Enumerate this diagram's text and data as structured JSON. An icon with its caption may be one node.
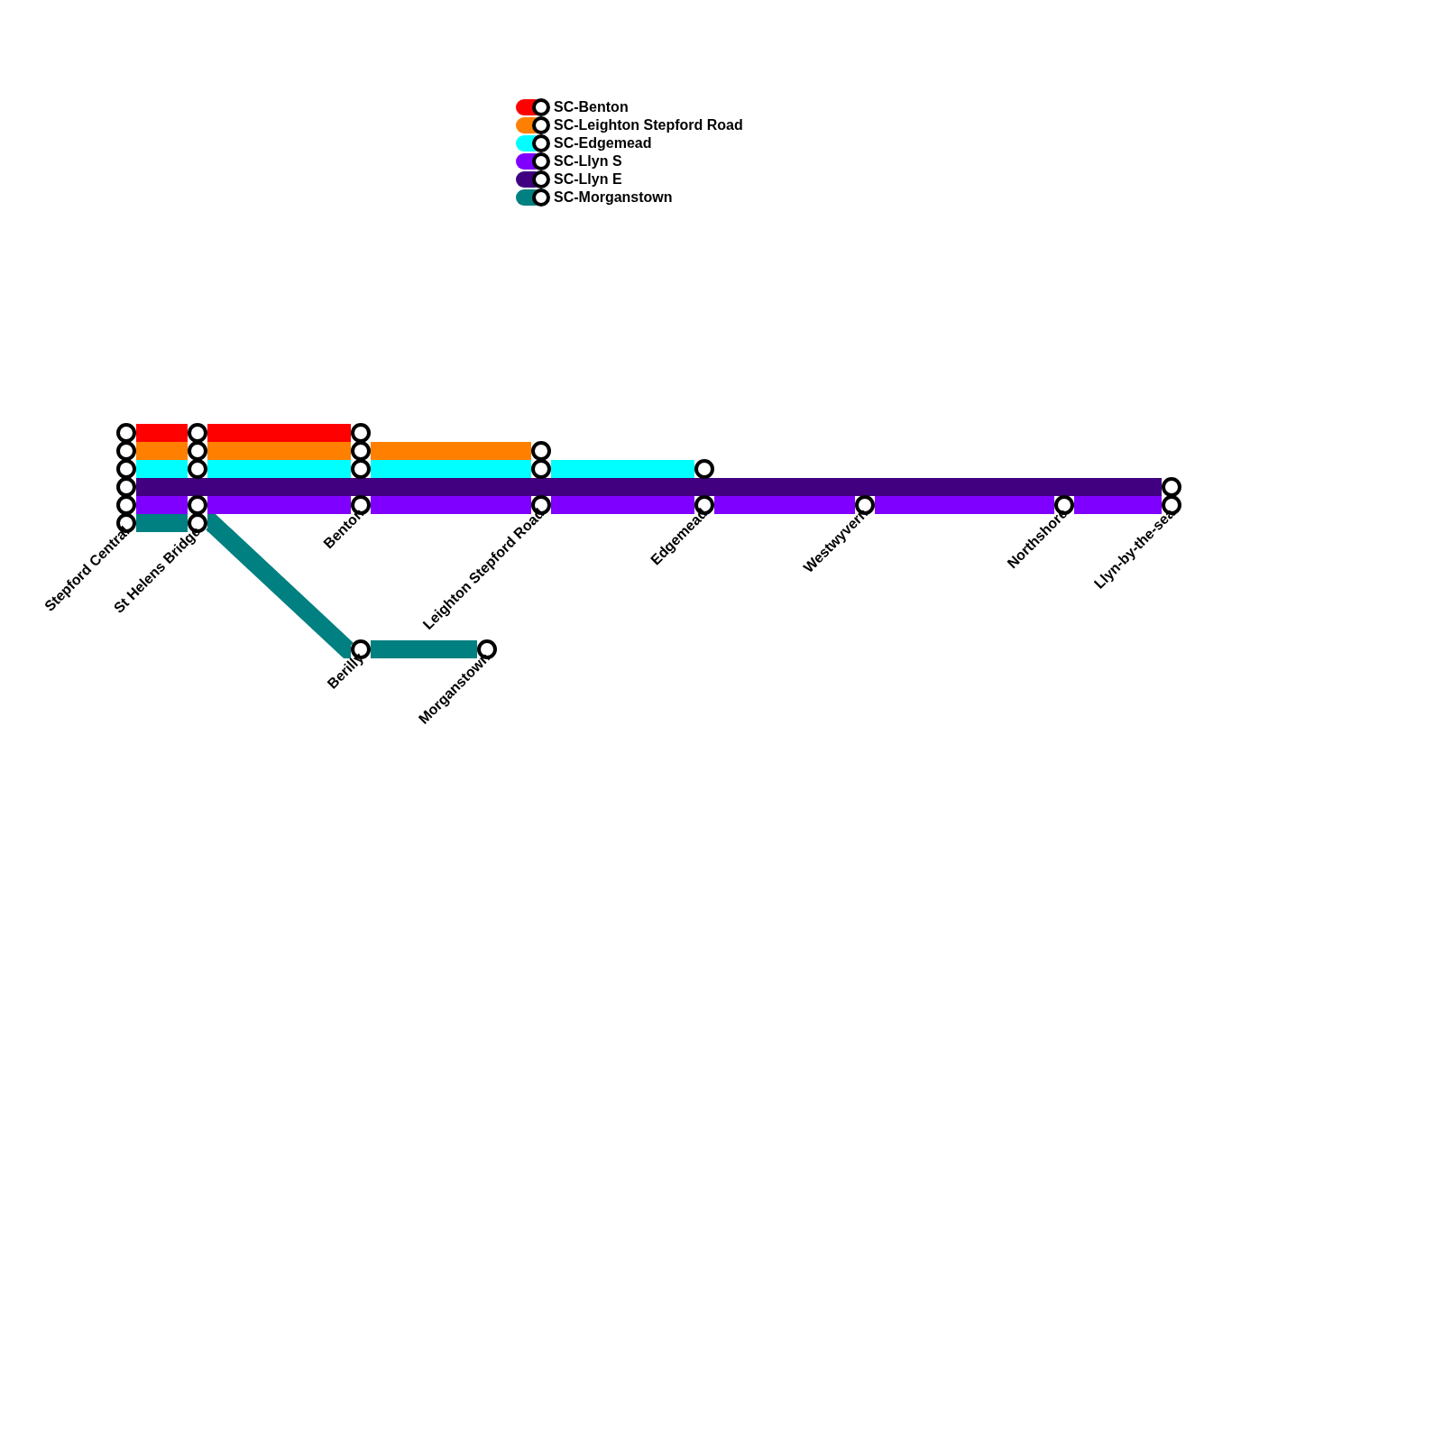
{
  "diagram": {
    "nodes": [
      {
        "text": [],
        "shape": "circle"
      },
      {
        "text": [],
        "shape": "circle"
      },
      {
        "text": [],
        "shape": "circle"
      },
      {
        "text": [],
        "shape": "circle"
      },
      {
        "text": [],
        "shape": "circle"
      },
      {
        "text": [
          "Stepford Central"
        ]
      },
      {
        "text": [],
        "shape": "circle"
      },
      {
        "text": [],
        "shape": "circle"
      },
      {
        "text": [],
        "shape": "circle"
      },
      {
        "text": [],
        "shape": "circle"
      },
      {
        "text": [
          "St Helens Bridge"
        ]
      },
      {
        "text": [],
        "shape": "circle"
      },
      {
        "text": [],
        "shape": "circle"
      },
      {
        "text": [],
        "shape": "circle"
      },
      {
        "text": [
          "Benton"
        ]
      },
      {
        "text": [],
        "shape": "circle"
      },
      {
        "text": [],
        "shape": "circle"
      },
      {
        "text": [
          "Leighton Stepford Road"
        ]
      },
      {
        "text": [],
        "shape": "circle"
      },
      {
        "text": [
          "Edgemead"
        ]
      },
      {
        "text": [
          "Westwyvern"
        ]
      },
      {
        "text": [
          "Northshore"
        ]
      },
      {
        "text": [],
        "shape": "circle"
      },
      {
        "text": [
          "Llyn-by-the-sea"
        ]
      },
      {
        "text": [
          "Berilly"
        ]
      },
      {
        "text": [
          "Morganstown"
        ]
      }
    ],
    "edges": [
      {
        "from": 0,
        "to": 6,
        "arrow": "none",
        "color": "#ff0000"
      },
      {
        "from": 6,
        "to": 11,
        "arrow": "none",
        "color": "#ff0000"
      },
      {
        "from": 1,
        "to": 7,
        "arrow": "none",
        "color": "#ff8000"
      },
      {
        "from": 7,
        "to": 12,
        "arrow": "none",
        "color": "#ff8000"
      },
      {
        "from": 12,
        "to": 15,
        "arrow": "none",
        "color": "#ff8000"
      },
      {
        "from": 2,
        "to": 8,
        "arrow": "none",
        "color": "#00ffff"
      },
      {
        "from": 8,
        "to": 13,
        "arrow": "none",
        "color": "#00ffff"
      },
      {
        "from": 13,
        "to": 16,
        "arrow": "none",
        "color": "#00ffff"
      },
      {
        "from": 16,
        "to": 18,
        "arrow": "none",
        "color": "#00ffff"
      },
      {
        "from": 3,
        "to": 22,
        "arrow": "none",
        "color": "#400080"
      },
      {
        "from": 4,
        "to": 9,
        "arrow": "none",
        "color": "#8000ff"
      },
      {
        "from": 9,
        "to": 14,
        "arrow": "none",
        "color": "#8000ff"
      },
      {
        "from": 14,
        "to": 17,
        "arrow": "none",
        "color": "#8000ff"
      },
      {
        "from": 17,
        "to": 19,
        "arrow": "none",
        "color": "#8000ff"
      },
      {
        "from": 19,
        "to": 20,
        "arrow": "none",
        "color": "#8000ff"
      },
      {
        "from": 20,
        "to": 21,
        "arrow": "none",
        "color": "#8000ff"
      },
      {
        "from": 21,
        "to": 23,
        "arrow": "none",
        "color": "#8000ff"
      },
      {
        "from": 5,
        "to": 10,
        "arrow": "none",
        "color": "#008080"
      },
      {
        "from": 10,
        "to": 24,
        "arrow": "none",
        "color": "#008080"
      },
      {
        "from": 24,
        "to": 25,
        "arrow": "none",
        "color": "#008080"
      }
    ],
    "legend": [
      {
        "text": "SC-Benton",
        "color": "#ff0000"
      },
      {
        "text": "SC-Leighton Stepford Road",
        "color": "#ff8000"
      },
      {
        "text": "SC-Edgemead",
        "color": "#00ffff"
      },
      {
        "text": "SC-Llyn S",
        "color": "#8000ff"
      },
      {
        "text": "SC-Llyn E",
        "color": "#400080"
      },
      {
        "text": "SC-Morganstown",
        "color": "#008080"
      }
    ]
  }
}
